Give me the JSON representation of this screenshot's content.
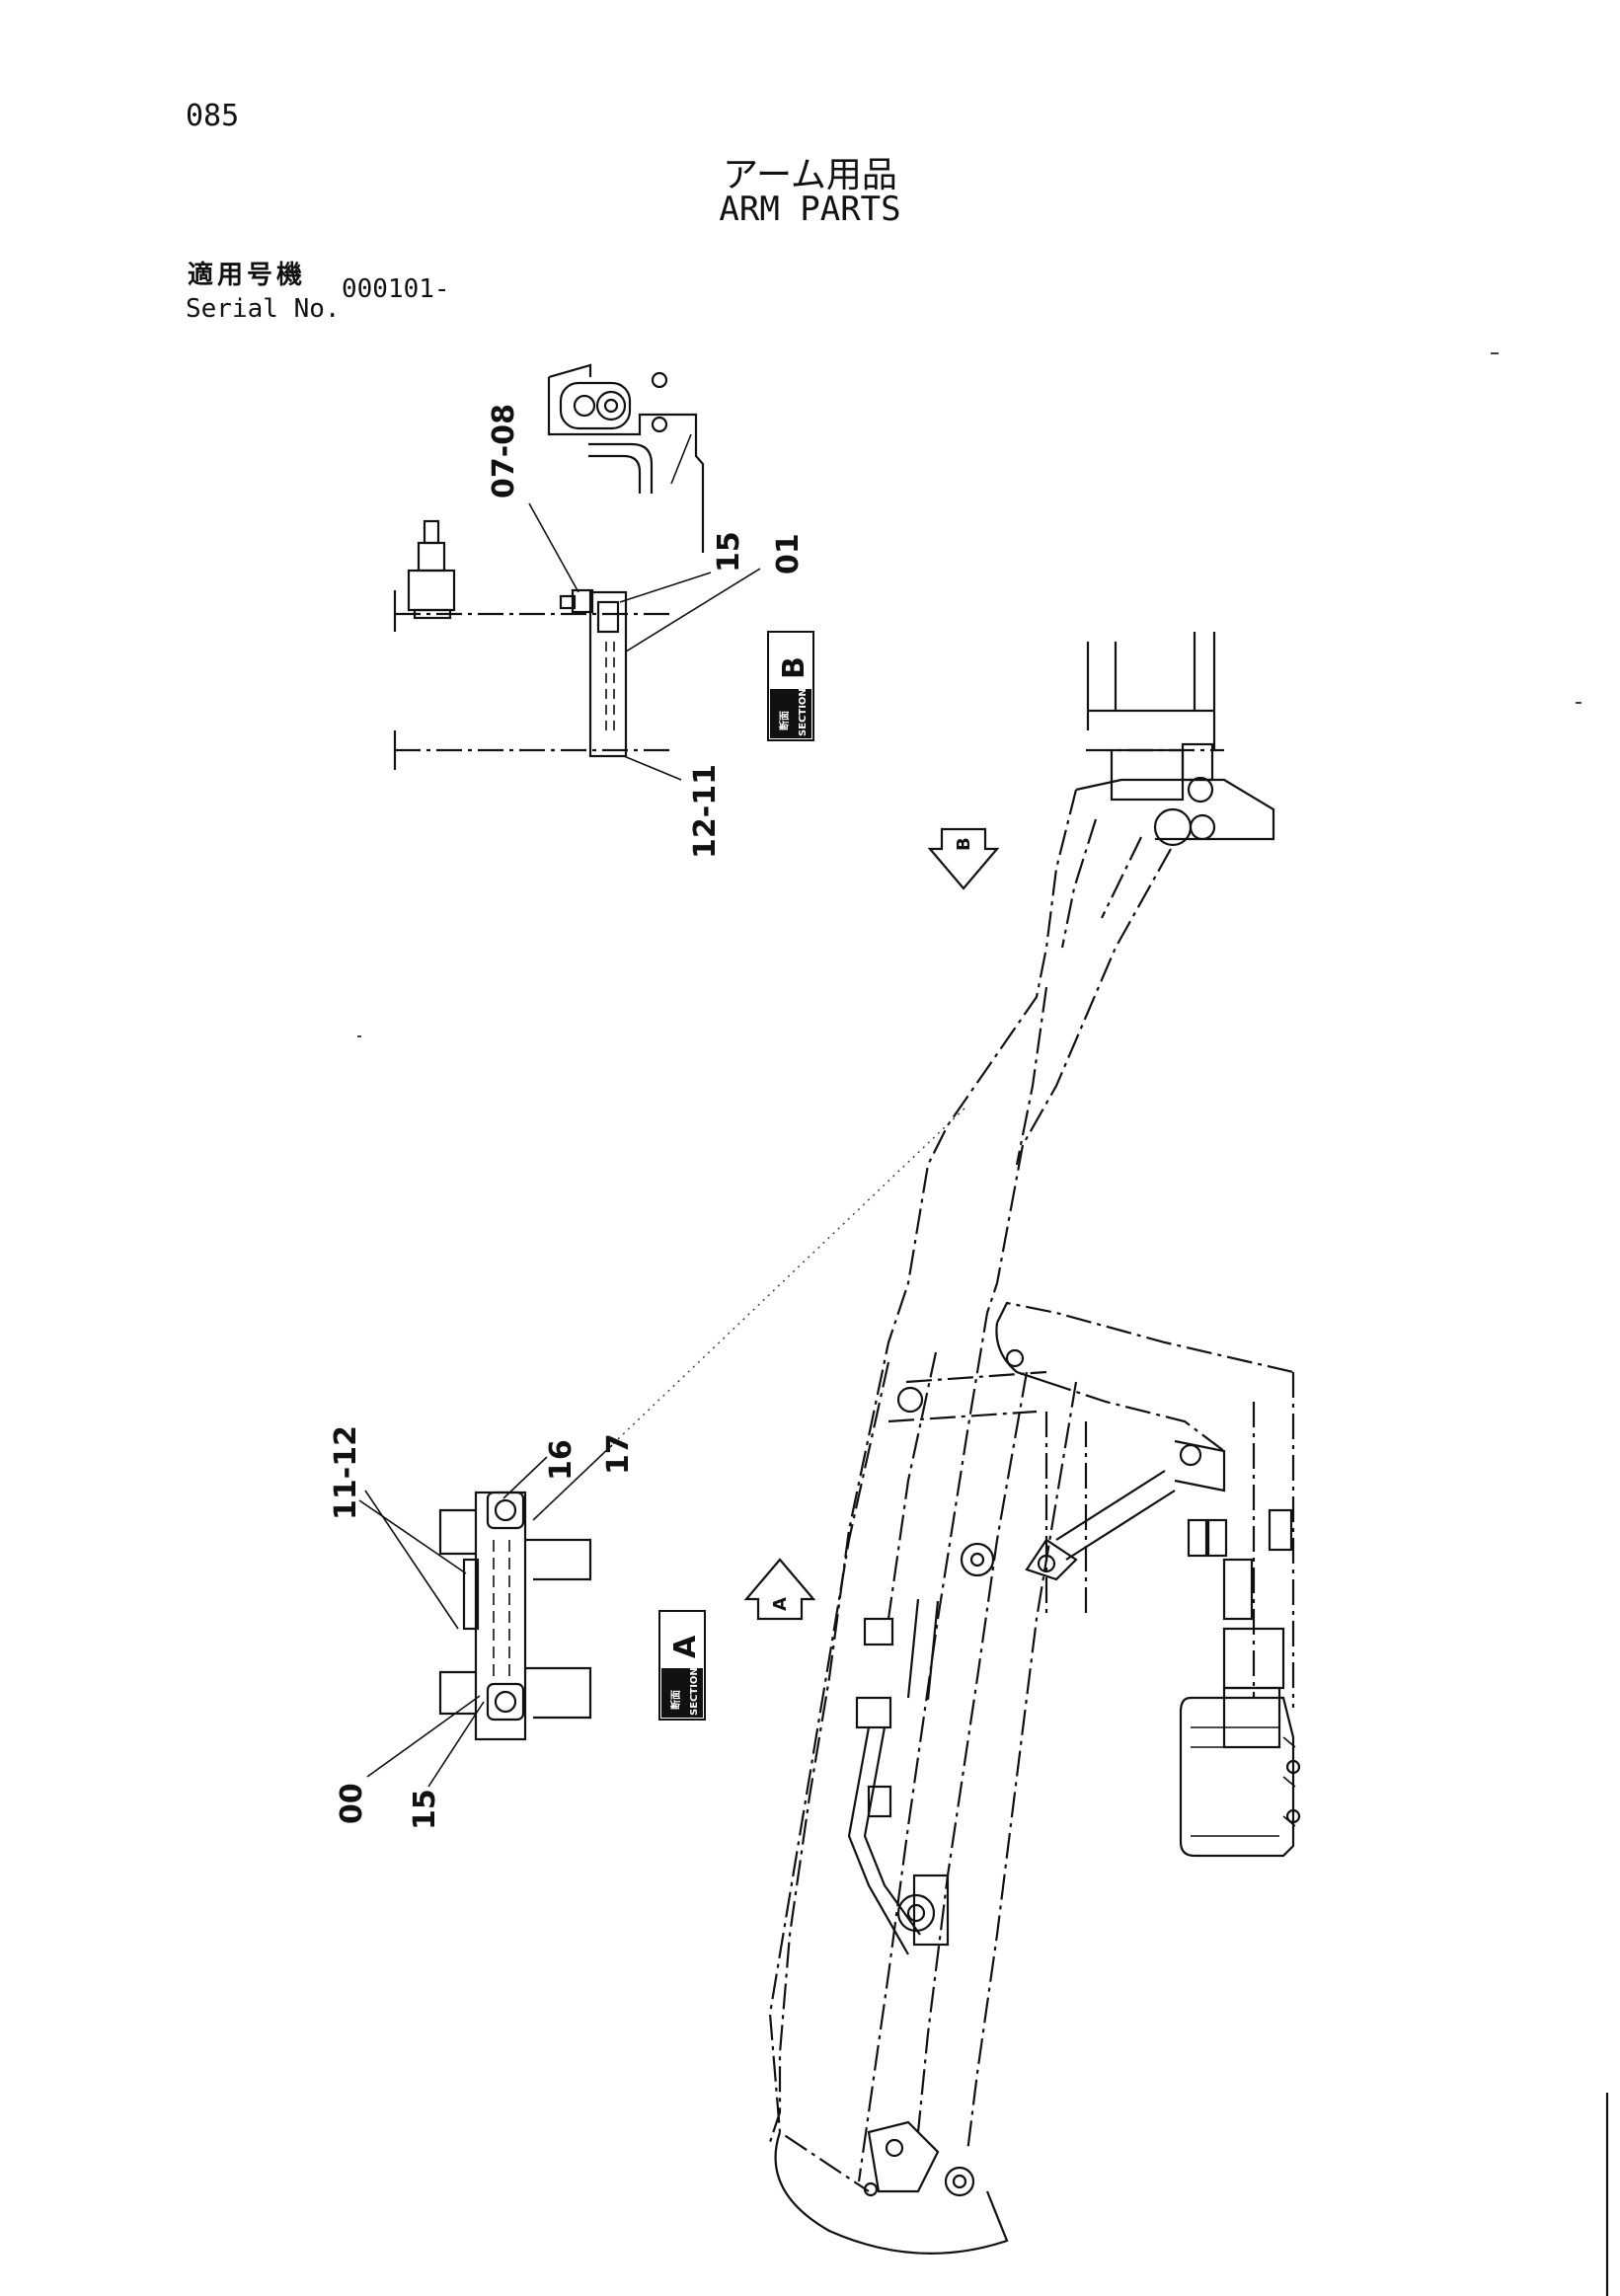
{
  "header": {
    "page_number": "085",
    "title_ja": "アーム用品",
    "title_en": "ARM PARTS",
    "serial_label_ja": "適用号機",
    "serial_label_en": "Serial No.",
    "serial_value": "000101-"
  },
  "callouts": {
    "c_07_08": "07-08",
    "c_15_top": "15",
    "c_01": "01",
    "c_12_11": "12-11",
    "c_11_12": "11-12",
    "c_16": "16",
    "c_17": "17",
    "c_00": "00",
    "c_15_bottom": "15"
  },
  "sections": {
    "section_b": {
      "letter": "B",
      "caption_ja": "断面",
      "caption_en": "SECTION"
    },
    "section_a": {
      "letter": "A",
      "caption_ja": "断面",
      "caption_en": "SECTION"
    }
  },
  "view_arrows": {
    "arrow_b": "B",
    "arrow_a": "A"
  }
}
